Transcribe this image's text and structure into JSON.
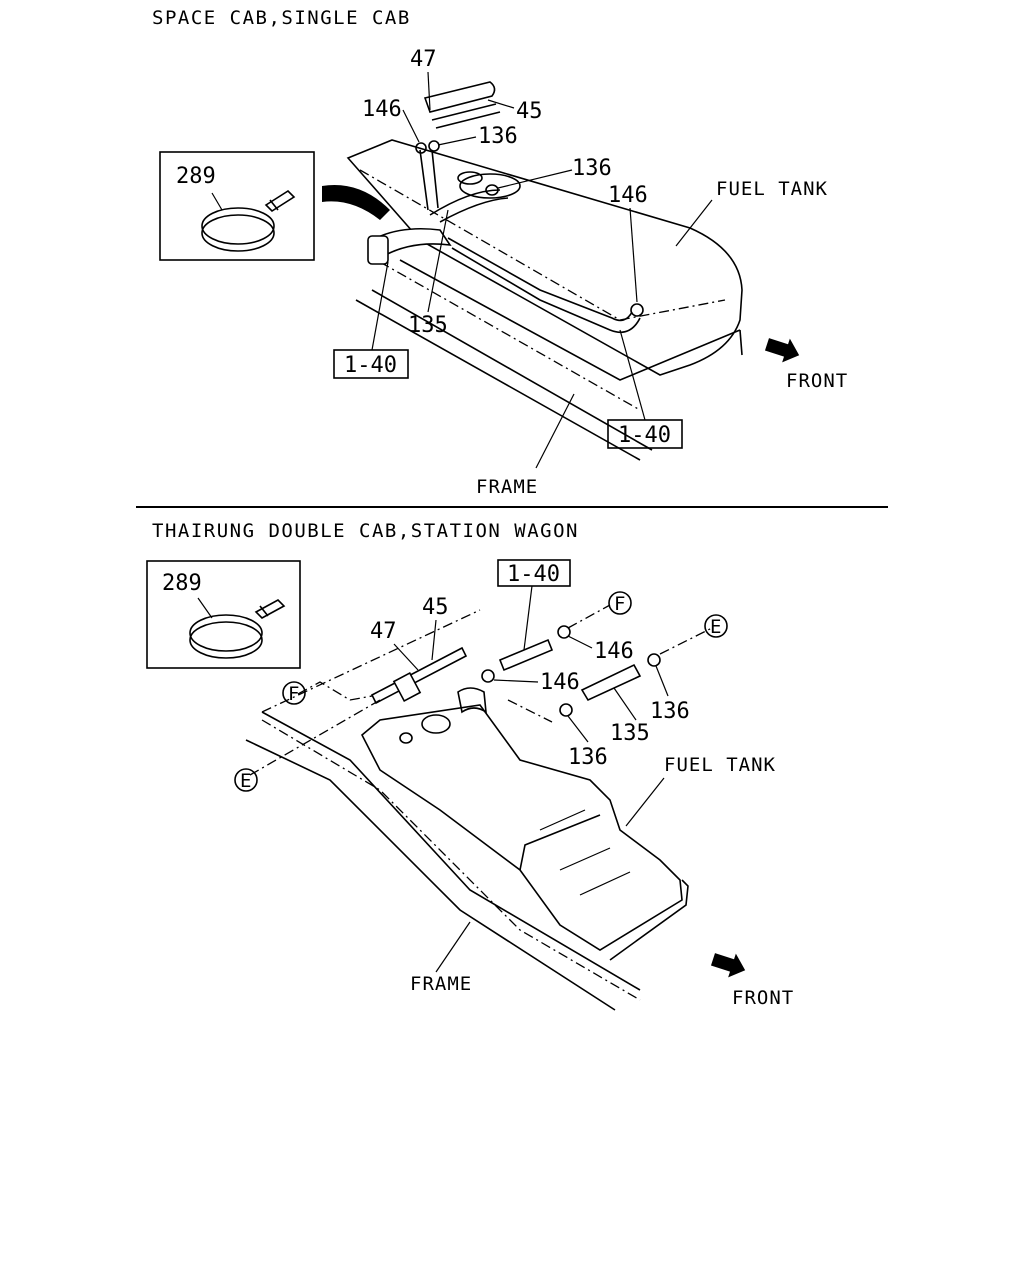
{
  "sections": [
    {
      "title": "SPACE CAB,SINGLE CAB",
      "inset_label": "289",
      "callouts": [
        "47",
        "146",
        "45",
        "136",
        "136",
        "146",
        "135"
      ],
      "boxed_refs": [
        "1-40",
        "1-40"
      ],
      "names": {
        "fuel_tank": "FUEL TANK",
        "frame": "FRAME",
        "front": "FRONT"
      }
    },
    {
      "title": "THAIRUNG DOUBLE CAB,STATION WAGON",
      "inset_label": "289",
      "callouts": [
        "45",
        "47",
        "146",
        "146",
        "136",
        "135",
        "136"
      ],
      "boxed_refs": [
        "1-40"
      ],
      "connectors": [
        "F",
        "E",
        "F",
        "E"
      ],
      "names": {
        "fuel_tank": "FUEL TANK",
        "frame": "FRAME",
        "front": "FRONT"
      }
    }
  ],
  "colors": {
    "ink": "#000000",
    "paper": "#ffffff"
  }
}
